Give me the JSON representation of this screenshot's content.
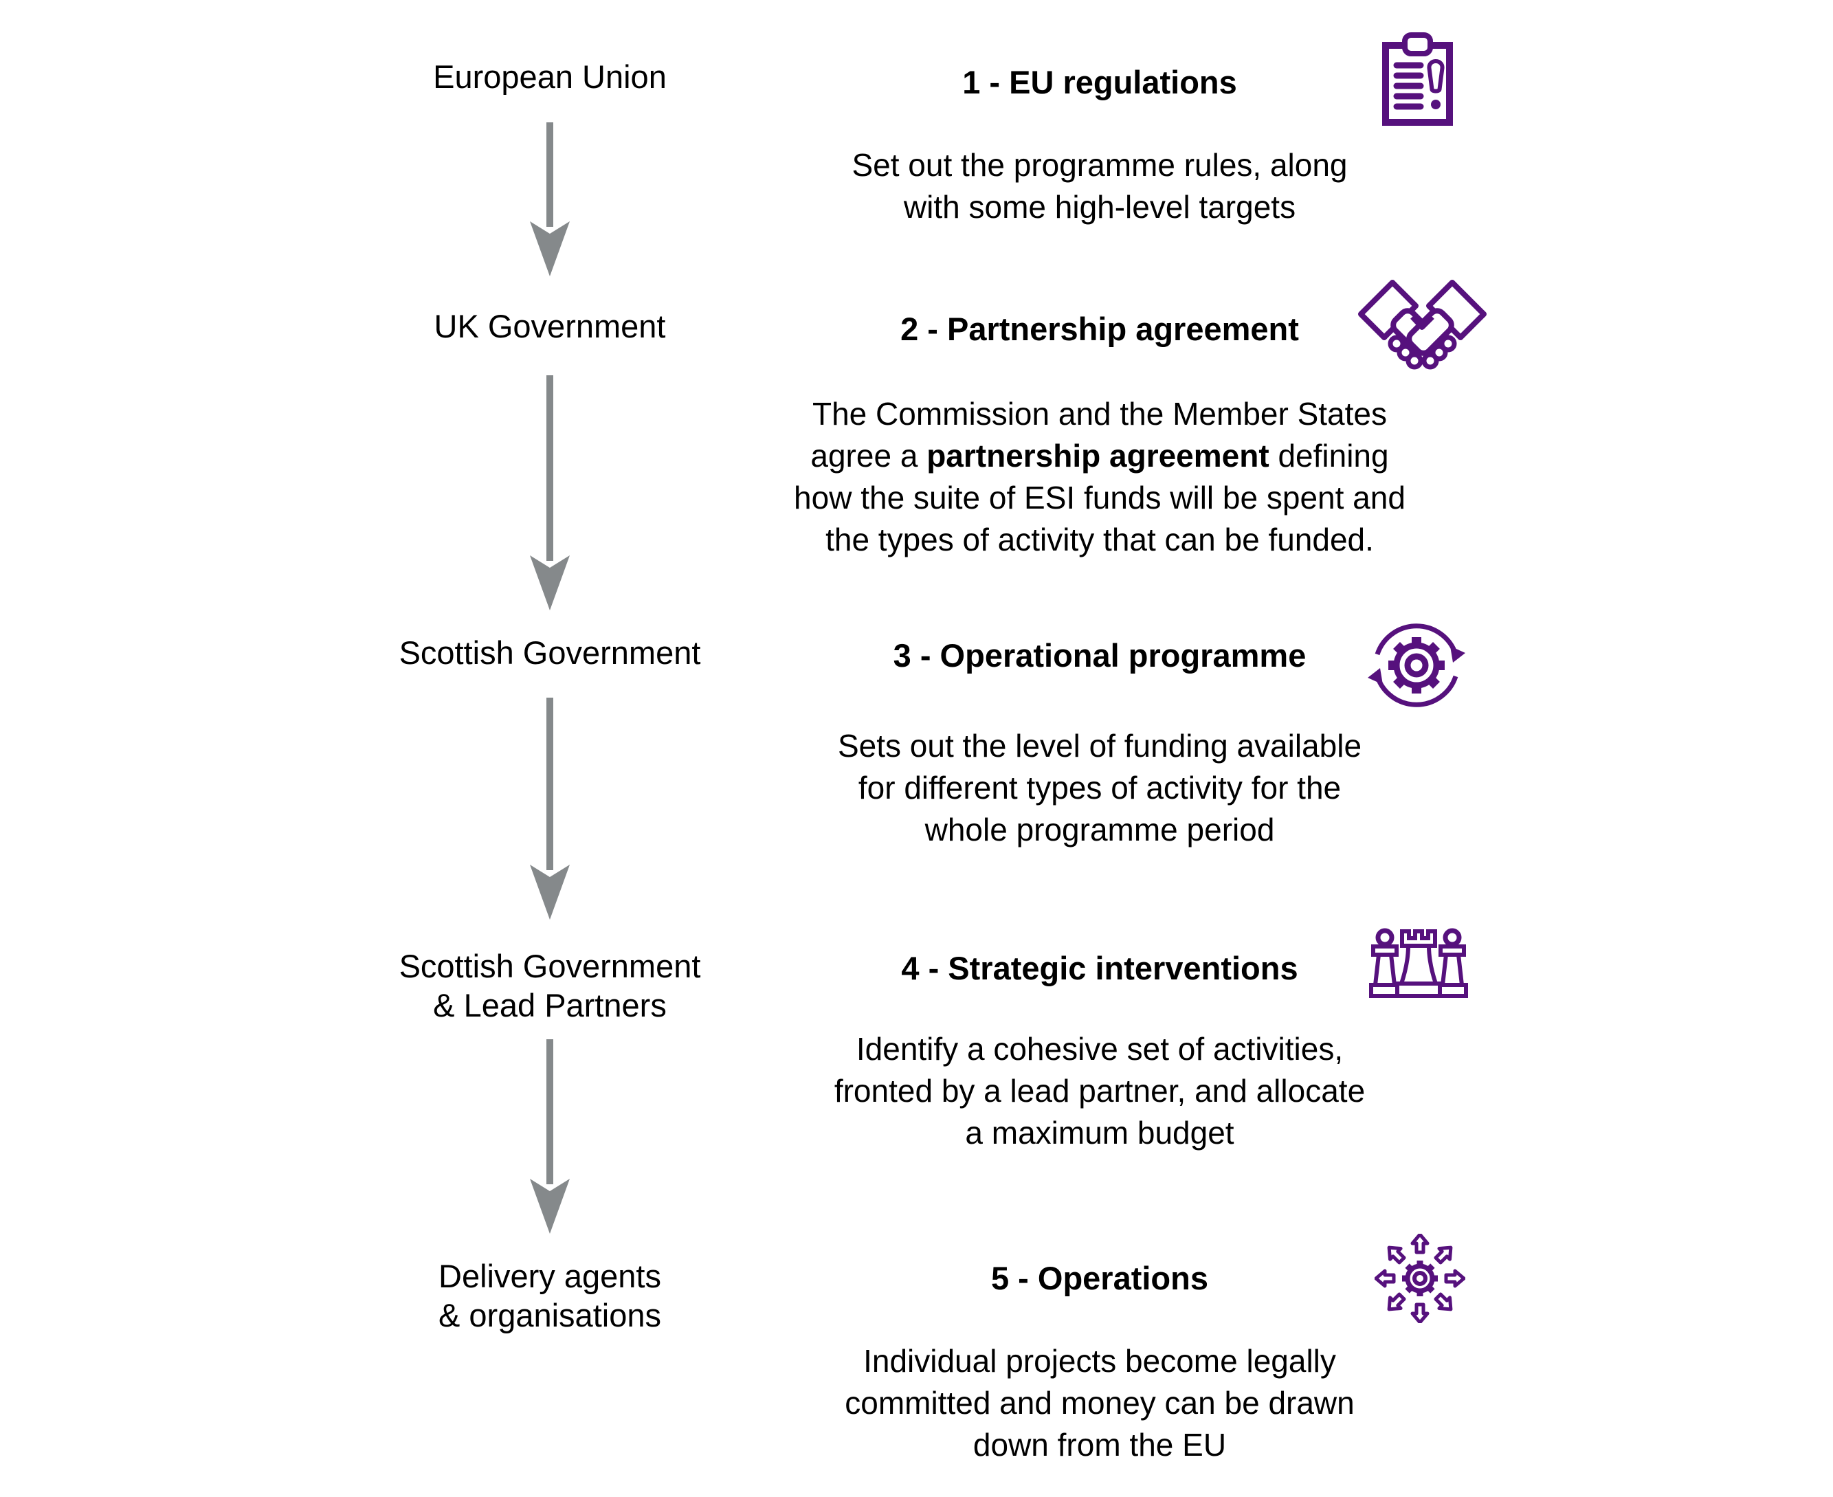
{
  "colors": {
    "icon_purple": "#56117d",
    "arrow_gray": "#85898b",
    "text": "#000000",
    "background": "#ffffff"
  },
  "flow_levels": [
    {
      "lines": [
        "European Union"
      ]
    },
    {
      "lines": [
        "UK Government"
      ]
    },
    {
      "lines": [
        "Scottish Government"
      ]
    },
    {
      "lines": [
        "Scottish Government",
        "& Lead Partners"
      ]
    },
    {
      "lines": [
        "Delivery agents",
        "& organisations"
      ]
    }
  ],
  "steps": [
    {
      "title": "1 - EU regulations",
      "icon": "clipboard-exclamation-icon",
      "desc_lines": [
        [
          {
            "t": "Set out the programme rules, along"
          }
        ],
        [
          {
            "t": "with some high-level targets"
          }
        ]
      ]
    },
    {
      "title": "2 - Partnership agreement",
      "icon": "handshake-icon",
      "desc_lines": [
        [
          {
            "t": "The Commission and the Member States"
          }
        ],
        [
          {
            "t": "agree a "
          },
          {
            "t": "partnership agreement",
            "b": true
          },
          {
            "t": " defining"
          }
        ],
        [
          {
            "t": "how the suite of ESI funds will be spent and"
          }
        ],
        [
          {
            "t": "the types of activity that can be funded."
          }
        ]
      ]
    },
    {
      "title": "3 - Operational programme",
      "icon": "gear-cycle-icon",
      "desc_lines": [
        [
          {
            "t": "Sets out the level of funding available"
          }
        ],
        [
          {
            "t": "for different types of activity for the"
          }
        ],
        [
          {
            "t": "whole programme period"
          }
        ]
      ]
    },
    {
      "title": "4 - Strategic interventions",
      "icon": "chess-pieces-icon",
      "desc_lines": [
        [
          {
            "t": "Identify a cohesive set of activities,"
          }
        ],
        [
          {
            "t": "fronted by a lead partner, and allocate"
          }
        ],
        [
          {
            "t": "a maximum budget"
          }
        ]
      ]
    },
    {
      "title": "5 - Operations",
      "icon": "gear-spread-arrows-icon",
      "desc_lines": [
        [
          {
            "t": "Individual projects become legally"
          }
        ],
        [
          {
            "t": "committed and money can be drawn"
          }
        ],
        [
          {
            "t": "down from the EU"
          }
        ]
      ]
    }
  ]
}
